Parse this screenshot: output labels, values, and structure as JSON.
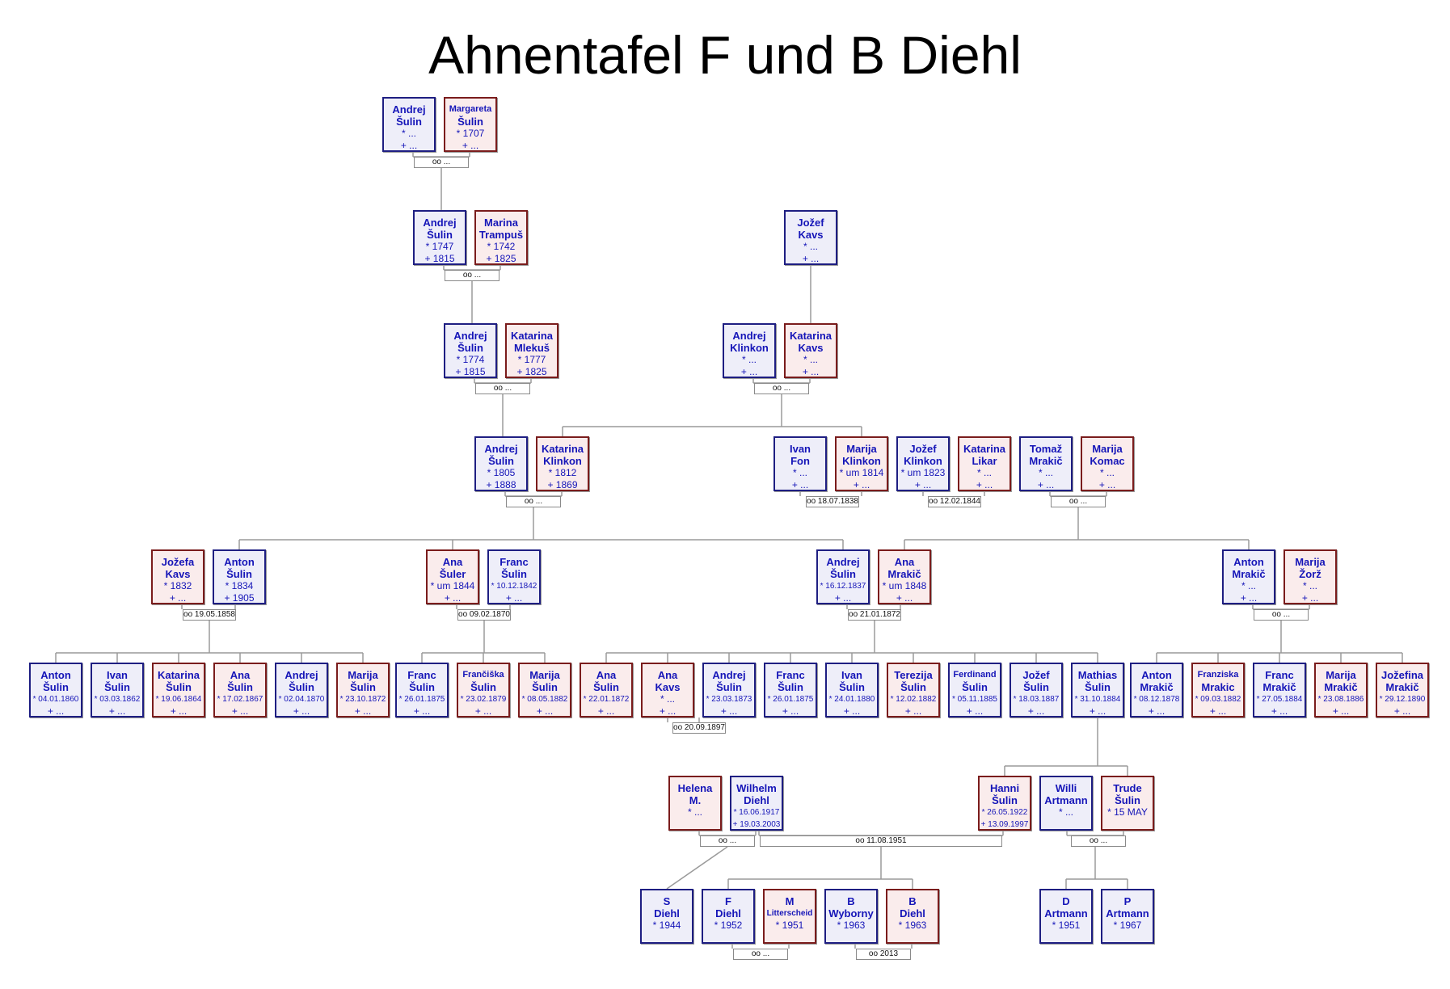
{
  "title": "Ahnentafel F und B Diehl",
  "persons": [
    {
      "id": "p1",
      "sex": "m",
      "name": [
        "Andrej",
        "Šulin"
      ],
      "birth": "* ...",
      "death": "+ ..."
    },
    {
      "id": "p2",
      "sex": "f",
      "name": [
        "Margareta",
        "Šulin"
      ],
      "birth": "* 1707",
      "death": "+ ..."
    },
    {
      "id": "p3",
      "sex": "m",
      "name": [
        "Andrej",
        "Šulin"
      ],
      "birth": "* 1747",
      "death": "+ 1815"
    },
    {
      "id": "p4",
      "sex": "f",
      "name": [
        "Marina",
        "Trampuš"
      ],
      "birth": "* 1742",
      "death": "+ 1825"
    },
    {
      "id": "p5",
      "sex": "m",
      "name": [
        "Jožef",
        "Kavs"
      ],
      "birth": "* ...",
      "death": "+ ..."
    },
    {
      "id": "p6",
      "sex": "m",
      "name": [
        "Andrej",
        "Šulin"
      ],
      "birth": "* 1774",
      "death": "+ 1815"
    },
    {
      "id": "p7",
      "sex": "f",
      "name": [
        "Katarina",
        "Mlekuš"
      ],
      "birth": "* 1777",
      "death": "+ 1825"
    },
    {
      "id": "p8",
      "sex": "m",
      "name": [
        "Andrej",
        "Klinkon"
      ],
      "birth": "* ...",
      "death": "+ ..."
    },
    {
      "id": "p9",
      "sex": "f",
      "name": [
        "Katarina",
        "Kavs"
      ],
      "birth": "* ...",
      "death": "+ ..."
    },
    {
      "id": "p10",
      "sex": "m",
      "name": [
        "Andrej",
        "Šulin"
      ],
      "birth": "* 1805",
      "death": "+ 1888"
    },
    {
      "id": "p11",
      "sex": "f",
      "name": [
        "Katarina",
        "Klinkon"
      ],
      "birth": "* 1812",
      "death": "+ 1869"
    },
    {
      "id": "p12",
      "sex": "m",
      "name": [
        "Ivan",
        "Fon"
      ],
      "birth": "* ...",
      "death": "+ ..."
    },
    {
      "id": "p13",
      "sex": "f",
      "name": [
        "Marija",
        "Klinkon"
      ],
      "birth": "* um 1814",
      "death": "+ ..."
    },
    {
      "id": "p14",
      "sex": "m",
      "name": [
        "Jožef",
        "Klinkon"
      ],
      "birth": "* um 1823",
      "death": "+ ..."
    },
    {
      "id": "p15",
      "sex": "f",
      "name": [
        "Katarina",
        "Likar"
      ],
      "birth": "* ...",
      "death": "+ ..."
    },
    {
      "id": "p16",
      "sex": "m",
      "name": [
        "Tomaž",
        "Mrakič"
      ],
      "birth": "* ...",
      "death": "+ ..."
    },
    {
      "id": "p17",
      "sex": "f",
      "name": [
        "Marija",
        "Komac"
      ],
      "birth": "* ...",
      "death": "+ ..."
    },
    {
      "id": "p18",
      "sex": "f",
      "name": [
        "Jožefa",
        "Kavs"
      ],
      "birth": "* 1832",
      "death": "+ ..."
    },
    {
      "id": "p19",
      "sex": "m",
      "name": [
        "Anton",
        "Šulin"
      ],
      "birth": "* 1834",
      "death": "+ 1905"
    },
    {
      "id": "p20",
      "sex": "f",
      "name": [
        "Ana",
        "Šuler"
      ],
      "birth": "* um 1844",
      "death": "+ ..."
    },
    {
      "id": "p21",
      "sex": "m",
      "name": [
        "Franc",
        "Šulin"
      ],
      "birth": "* 10.12.1842",
      "death": "+ ..."
    },
    {
      "id": "p22",
      "sex": "m",
      "name": [
        "Andrej",
        "Šulin"
      ],
      "birth": "* 16.12.1837",
      "death": "+ ..."
    },
    {
      "id": "p23",
      "sex": "f",
      "name": [
        "Ana",
        "Mrakič"
      ],
      "birth": "* um 1848",
      "death": "+ ..."
    },
    {
      "id": "p24",
      "sex": "m",
      "name": [
        "Anton",
        "Mrakič"
      ],
      "birth": "* ...",
      "death": "+ ..."
    },
    {
      "id": "p25",
      "sex": "f",
      "name": [
        "Marija",
        "Žorž"
      ],
      "birth": "* ...",
      "death": "+ ..."
    },
    {
      "id": "p26",
      "sex": "m",
      "name": [
        "Anton",
        "Šulin"
      ],
      "birth": "* 04.01.1860",
      "death": "+ ..."
    },
    {
      "id": "p27",
      "sex": "m",
      "name": [
        "Ivan",
        "Šulin"
      ],
      "birth": "* 03.03.1862",
      "death": "+ ..."
    },
    {
      "id": "p28",
      "sex": "f",
      "name": [
        "Katarina",
        "Šulin"
      ],
      "birth": "* 19.06.1864",
      "death": "+ ..."
    },
    {
      "id": "p29",
      "sex": "f",
      "name": [
        "Ana",
        "Šulin"
      ],
      "birth": "* 17.02.1867",
      "death": "+ ..."
    },
    {
      "id": "p30",
      "sex": "m",
      "name": [
        "Andrej",
        "Šulin"
      ],
      "birth": "* 02.04.1870",
      "death": "+ ..."
    },
    {
      "id": "p31",
      "sex": "f",
      "name": [
        "Marija",
        "Šulin"
      ],
      "birth": "* 23.10.1872",
      "death": "+ ..."
    },
    {
      "id": "p32",
      "sex": "m",
      "name": [
        "Franc",
        "Šulin"
      ],
      "birth": "* 26.01.1875",
      "death": "+ ..."
    },
    {
      "id": "p33",
      "sex": "f",
      "name": [
        "Frančiška",
        "Šulin"
      ],
      "birth": "* 23.02.1879",
      "death": "+ ..."
    },
    {
      "id": "p34",
      "sex": "f",
      "name": [
        "Marija",
        "Šulin"
      ],
      "birth": "* 08.05.1882",
      "death": "+ ..."
    },
    {
      "id": "p35",
      "sex": "f",
      "name": [
        "Ana",
        "Šulin"
      ],
      "birth": "* 22.01.1872",
      "death": "+ ..."
    },
    {
      "id": "p36",
      "sex": "f",
      "name": [
        "Ana",
        "Kavs"
      ],
      "birth": "* ...",
      "death": "+ ..."
    },
    {
      "id": "p37",
      "sex": "m",
      "name": [
        "Andrej",
        "Šulin"
      ],
      "birth": "* 23.03.1873",
      "death": "+ ..."
    },
    {
      "id": "p38",
      "sex": "m",
      "name": [
        "Franc",
        "Šulin"
      ],
      "birth": "* 26.01.1875",
      "death": "+ ..."
    },
    {
      "id": "p39",
      "sex": "m",
      "name": [
        "Ivan",
        "Šulin"
      ],
      "birth": "* 24.01.1880",
      "death": "+ ..."
    },
    {
      "id": "p40",
      "sex": "f",
      "name": [
        "Terezija",
        "Šulin"
      ],
      "birth": "* 12.02.1882",
      "death": "+ ..."
    },
    {
      "id": "p41",
      "sex": "m",
      "name": [
        "Ferdinand",
        "Šulin"
      ],
      "birth": "* 05.11.1885",
      "death": "+ ..."
    },
    {
      "id": "p42",
      "sex": "m",
      "name": [
        "Jožef",
        "Šulin"
      ],
      "birth": "* 18.03.1887",
      "death": "+ ..."
    },
    {
      "id": "p43",
      "sex": "m",
      "name": [
        "Mathias",
        "Šulin"
      ],
      "birth": "* 31.10.1884",
      "death": "+ ..."
    },
    {
      "id": "p44",
      "sex": "m",
      "name": [
        "Anton",
        "Mrakič"
      ],
      "birth": "* 08.12.1878",
      "death": "+ ..."
    },
    {
      "id": "p45",
      "sex": "f",
      "name": [
        "Franziska",
        "Mrakic"
      ],
      "birth": "* 09.03.1882",
      "death": "+ ..."
    },
    {
      "id": "p46",
      "sex": "m",
      "name": [
        "Franc",
        "Mrakič"
      ],
      "birth": "* 27.05.1884",
      "death": "+ ..."
    },
    {
      "id": "p47",
      "sex": "f",
      "name": [
        "Marija",
        "Mrakič"
      ],
      "birth": "* 23.08.1886",
      "death": "+ ..."
    },
    {
      "id": "p48",
      "sex": "f",
      "name": [
        "Jožefina",
        "Mrakič"
      ],
      "birth": "* 29.12.1890",
      "death": "+ ..."
    },
    {
      "id": "p49",
      "sex": "f",
      "name": [
        "Helena",
        "M."
      ],
      "birth": "* ...",
      "death": ""
    },
    {
      "id": "p50",
      "sex": "m",
      "name": [
        "Wilhelm",
        "Diehl"
      ],
      "birth": "* 16.06.1917",
      "death": "+ 19.03.2003"
    },
    {
      "id": "p51",
      "sex": "f",
      "name": [
        "Hanni",
        "Šulin"
      ],
      "birth": "* 26.05.1922",
      "death": "+ 13.09.1997"
    },
    {
      "id": "p52",
      "sex": "m",
      "name": [
        "Willi",
        "Artmann"
      ],
      "birth": "* ...",
      "death": ""
    },
    {
      "id": "p53",
      "sex": "f",
      "name": [
        "Trude",
        "Šulin"
      ],
      "birth": "* 15 MAY",
      "death": ""
    },
    {
      "id": "p54",
      "sex": "m",
      "name": [
        "S",
        "Diehl"
      ],
      "birth": "* 1944",
      "death": ""
    },
    {
      "id": "p55",
      "sex": "m",
      "name": [
        "F",
        "Diehl"
      ],
      "birth": "* 1952",
      "death": ""
    },
    {
      "id": "p56",
      "sex": "f",
      "name": [
        "M",
        "Litterscheid"
      ],
      "birth": "* 1951",
      "death": ""
    },
    {
      "id": "p57",
      "sex": "m",
      "name": [
        "B",
        "Wyborny"
      ],
      "birth": "* 1963",
      "death": ""
    },
    {
      "id": "p58",
      "sex": "f",
      "name": [
        "B",
        "Diehl"
      ],
      "birth": "* 1963",
      "death": ""
    },
    {
      "id": "p59",
      "sex": "m",
      "name": [
        "D",
        "Artmann"
      ],
      "birth": "* 1951",
      "death": ""
    },
    {
      "id": "p60",
      "sex": "m",
      "name": [
        "P",
        "Artmann"
      ],
      "birth": "* 1967",
      "death": ""
    }
  ],
  "marriages": [
    {
      "id": "m1",
      "label": "oo ..."
    },
    {
      "id": "m2",
      "label": "oo ..."
    },
    {
      "id": "m3",
      "label": "oo ..."
    },
    {
      "id": "m4",
      "label": "oo ..."
    },
    {
      "id": "m5",
      "label": "oo ..."
    },
    {
      "id": "m6",
      "label": "oo 18.07.1838"
    },
    {
      "id": "m7",
      "label": "oo 12.02.1844"
    },
    {
      "id": "m8",
      "label": "oo ..."
    },
    {
      "id": "m9",
      "label": "oo 19.05.1858"
    },
    {
      "id": "m10",
      "label": "oo 09.02.1870"
    },
    {
      "id": "m11",
      "label": "oo 21.01.1872"
    },
    {
      "id": "m12",
      "label": "oo ..."
    },
    {
      "id": "m13",
      "label": "oo 20.09.1897"
    },
    {
      "id": "m14",
      "label": "oo ..."
    },
    {
      "id": "m15",
      "label": "oo 11.08.1951"
    },
    {
      "id": "m16",
      "label": "oo ..."
    },
    {
      "id": "m17",
      "label": "oo ..."
    },
    {
      "id": "m18",
      "label": "oo 2013"
    }
  ]
}
